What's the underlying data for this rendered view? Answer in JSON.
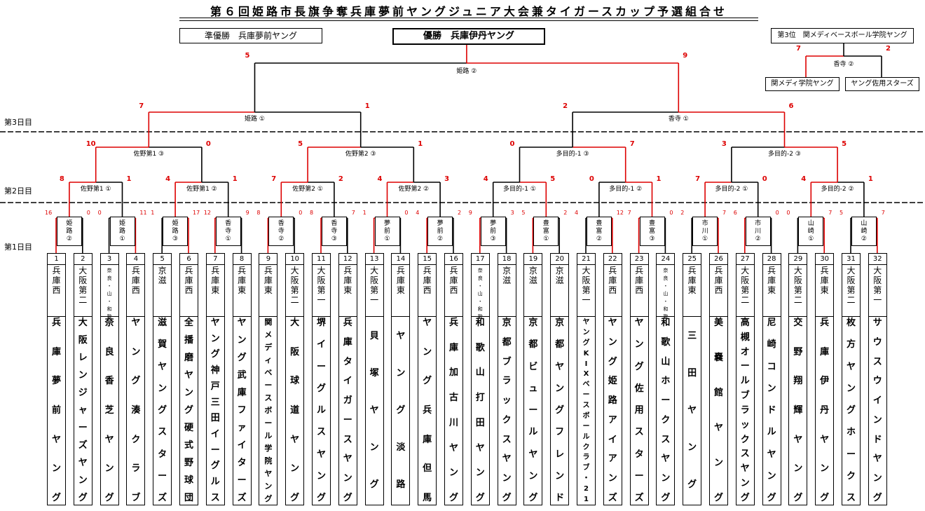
{
  "title": "第６回姫路市長旗争奪兵庫夢前ヤングジュニア大会兼タイガースカップ予選組合せ",
  "runner_up": "準優勝　兵庫夢前ヤング",
  "champion": "優勝　兵庫伊丹ヤング",
  "third_place": {
    "label": "第3位　関メディベースボール学院ヤング",
    "venue": "香寺 ②",
    "left": {
      "team": "関メディ学院ヤング",
      "score": "7"
    },
    "right": {
      "team": "ヤング佐用スターズ",
      "score": "2"
    }
  },
  "day_labels": [
    "第3日目",
    "第2日目",
    "第1日目"
  ],
  "colors": {
    "winner_line": "#dd0000",
    "line": "#000000",
    "score": "#dd0000"
  },
  "teams": [
    {
      "num": "1",
      "region": "兵庫西",
      "name": "兵庫夢前ヤング"
    },
    {
      "num": "2",
      "region": "大阪第二",
      "name": "大阪レンジャーズヤング"
    },
    {
      "num": "3",
      "region": "奈良・山・和歌",
      "name": "奈良香芝ヤング"
    },
    {
      "num": "4",
      "region": "兵庫西",
      "name": "ヤング湊クラブ"
    },
    {
      "num": "5",
      "region": "京滋",
      "name": "滋賀ヤングスターズ"
    },
    {
      "num": "6",
      "region": "兵庫西",
      "name": "全播磨ヤング硬式野球団"
    },
    {
      "num": "7",
      "region": "兵庫東",
      "name": "ヤング神戸三田イーグルス"
    },
    {
      "num": "8",
      "region": "兵庫東",
      "name": "ヤング武庫ファイターズ"
    },
    {
      "num": "9",
      "region": "兵庫東",
      "name": "関メディベースボール学院ヤング"
    },
    {
      "num": "10",
      "region": "大阪第二",
      "name": "大阪球道ヤング"
    },
    {
      "num": "11",
      "region": "大阪第一",
      "name": "堺イーグルスヤング"
    },
    {
      "num": "12",
      "region": "兵庫東",
      "name": "兵庫タイガースヤング"
    },
    {
      "num": "13",
      "region": "大阪第一",
      "name": "貝塚ヤング"
    },
    {
      "num": "14",
      "region": "兵庫東",
      "name": "ヤング淡路"
    },
    {
      "num": "15",
      "region": "兵庫西",
      "name": "ヤング兵庫但馬"
    },
    {
      "num": "16",
      "region": "兵庫西",
      "name": "兵庫加古川ヤング"
    },
    {
      "num": "17",
      "region": "奈良・山・和歌",
      "name": "和歌山打田ヤング"
    },
    {
      "num": "18",
      "region": "京滋",
      "name": "京都ブラックスヤング"
    },
    {
      "num": "19",
      "region": "京滋",
      "name": "京都ビュールヤング"
    },
    {
      "num": "20",
      "region": "京滋",
      "name": "京都ヤングフレンド"
    },
    {
      "num": "21",
      "region": "大阪第一",
      "name": "ヤングKIXベースボールクラブ・21"
    },
    {
      "num": "22",
      "region": "兵庫西",
      "name": "ヤング姫路アイアンズ"
    },
    {
      "num": "23",
      "region": "兵庫西",
      "name": "ヤング佐用スターズ"
    },
    {
      "num": "24",
      "region": "奈良・山・和歌",
      "name": "和歌山ホークスヤング"
    },
    {
      "num": "25",
      "region": "兵庫東",
      "name": "三田ヤング"
    },
    {
      "num": "26",
      "region": "兵庫西",
      "name": "美嚢館ヤング"
    },
    {
      "num": "27",
      "region": "大阪第二",
      "name": "高槻オールブラックスヤング"
    },
    {
      "num": "28",
      "region": "兵庫東",
      "name": "尼崎コンドルヤング"
    },
    {
      "num": "29",
      "region": "大阪第二",
      "name": "交野翔輝ヤング"
    },
    {
      "num": "30",
      "region": "兵庫東",
      "name": "兵庫伊丹ヤング"
    },
    {
      "num": "31",
      "region": "大阪第二",
      "name": "枚方ヤングホークス"
    },
    {
      "num": "32",
      "region": "大阪第一",
      "name": "サウスウインドヤング"
    }
  ],
  "round1_venues": [
    "姫路②",
    "姫路①",
    "姫路③",
    "香寺①",
    "香寺②",
    "香寺③",
    "夢前①",
    "夢前②",
    "夢前③",
    "豊富①",
    "豊富②",
    "豊富③",
    "市川①",
    "市川②",
    "山崎①",
    "山崎②"
  ],
  "round1_scores": [
    [
      "16",
      "0"
    ],
    [
      "0",
      "11"
    ],
    [
      "1",
      "17"
    ],
    [
      "12",
      "9"
    ],
    [
      "8",
      "0"
    ],
    [
      "8",
      "7"
    ],
    [
      "1",
      "0"
    ],
    [
      "4",
      "2"
    ],
    [
      "9",
      "3"
    ],
    [
      "5",
      "2"
    ],
    [
      "4",
      "12"
    ],
    [
      "7",
      "0"
    ],
    [
      "2",
      "7"
    ],
    [
      "6",
      "0"
    ],
    [
      "0",
      "7"
    ],
    [
      "5",
      "7"
    ]
  ],
  "round2_venues": [
    "佐野第1 ①",
    "佐野第1 ②",
    "佐野第2 ①",
    "佐野第2 ②",
    "多目的-1 ①",
    "多目的-1 ②",
    "多目的-2 ①",
    "多目的-2 ②"
  ],
  "round2_scores": [
    [
      "8",
      "1"
    ],
    [
      "4",
      "1"
    ],
    [
      "7",
      "2"
    ],
    [
      "4",
      "3"
    ],
    [
      "4",
      "5"
    ],
    [
      "0",
      "1"
    ],
    [
      "7",
      "0"
    ],
    [
      "4",
      "1"
    ]
  ],
  "round3_venues": [
    "佐野第1 ③",
    "佐野第2 ③",
    "多目的-1 ③",
    "多目的-2 ③"
  ],
  "round3_scores": [
    [
      "10",
      "0"
    ],
    [
      "5",
      "1"
    ],
    [
      "0",
      "7"
    ],
    [
      "3",
      "5"
    ]
  ],
  "semi_venues": [
    "姫路 ①",
    "香寺 ①"
  ],
  "semi_scores": [
    [
      "7",
      "1"
    ],
    [
      "2",
      "6"
    ]
  ],
  "final_venue": "姫路 ②",
  "final_scores": [
    "5",
    "9"
  ]
}
